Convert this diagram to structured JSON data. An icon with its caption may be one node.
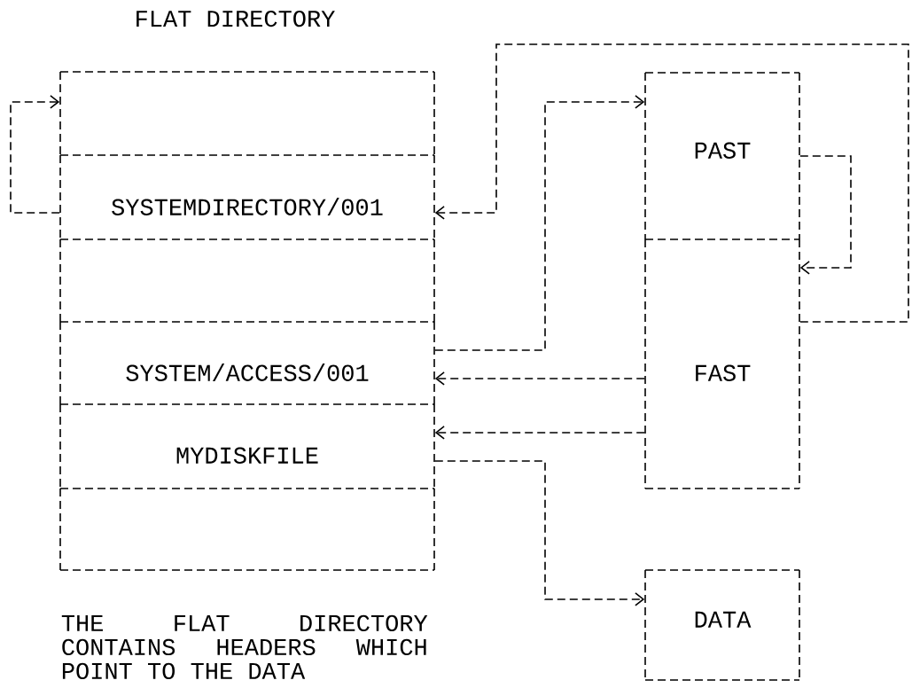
{
  "diagram": {
    "caption": "THE FLAT DIRECTORY CONTAINS HEADERS WHICH POINT TO THE DATA",
    "nodes": [
      {
        "text": [],
        "shape": "box"
      },
      {
        "text": [
          "SYSTEMDIRECTORY/001"
        ]
      },
      {
        "text": [],
        "shape": "box"
      },
      {
        "text": [
          "SYSTEM/ACCESS/001"
        ]
      },
      {
        "text": [
          "MYDISKFILE"
        ]
      },
      {
        "text": [],
        "shape": "box"
      },
      {
        "text": [
          "PAST"
        ]
      },
      {
        "text": [
          "FAST"
        ]
      },
      {
        "text": [
          "DATA"
        ]
      }
    ],
    "edges": [
      {
        "from": 1,
        "to": 0,
        "arrow": "to"
      },
      {
        "from": 7,
        "to": 1,
        "arrow": "to"
      },
      {
        "from": 3,
        "to": 6,
        "arrow": "to"
      },
      {
        "from": 7,
        "to": 3,
        "arrow": "to"
      },
      {
        "from": 7,
        "to": 4,
        "arrow": "to"
      },
      {
        "from": 4,
        "to": 8,
        "arrow": "to"
      },
      {
        "from": 6,
        "to": 7,
        "arrow": "to"
      }
    ],
    "title": "FLAT DIRECTORY"
  }
}
